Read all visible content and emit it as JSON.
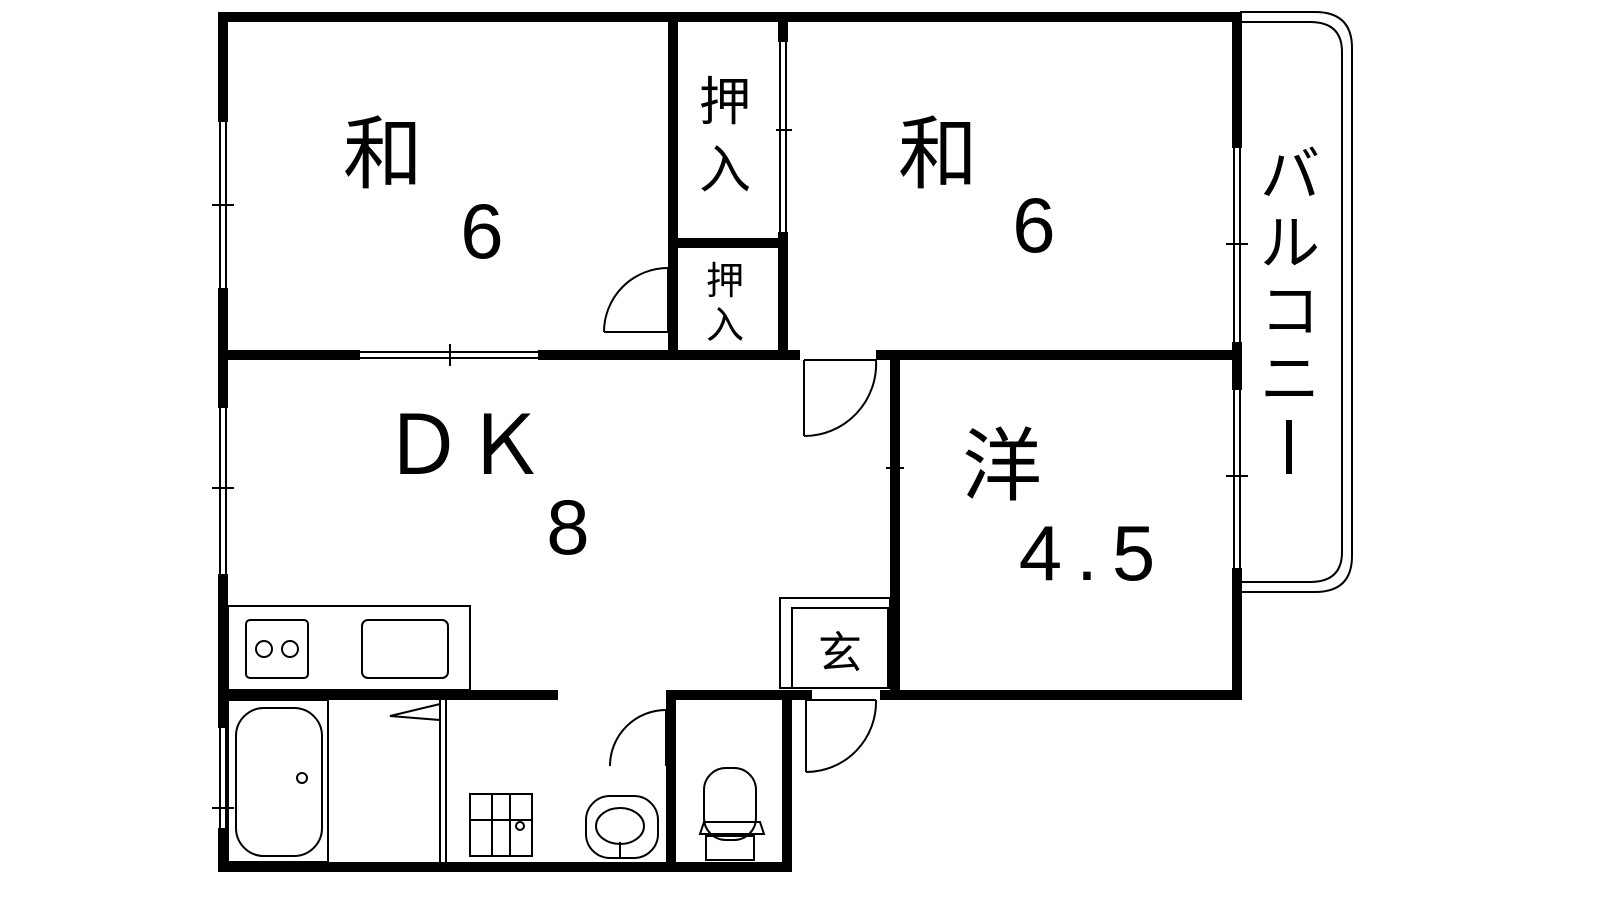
{
  "rooms": {
    "washitsu_left": {
      "name": "和",
      "size": "6"
    },
    "oshiire_upper": {
      "name": [
        "押",
        "入"
      ]
    },
    "washitsu_right": {
      "name": "和",
      "size": "6"
    },
    "oshiire_lower": {
      "name": [
        "押",
        "入"
      ]
    },
    "dk": {
      "name": "ＤＫ",
      "size": "8"
    },
    "yoshitsu": {
      "name": "洋",
      "size": "4.5"
    },
    "genkan": {
      "name": "玄"
    },
    "balcony": {
      "name": [
        "バ",
        "ル",
        "コ",
        "ニ",
        "ー"
      ]
    }
  },
  "colors": {
    "wall": "#000000",
    "background": "#ffffff"
  }
}
